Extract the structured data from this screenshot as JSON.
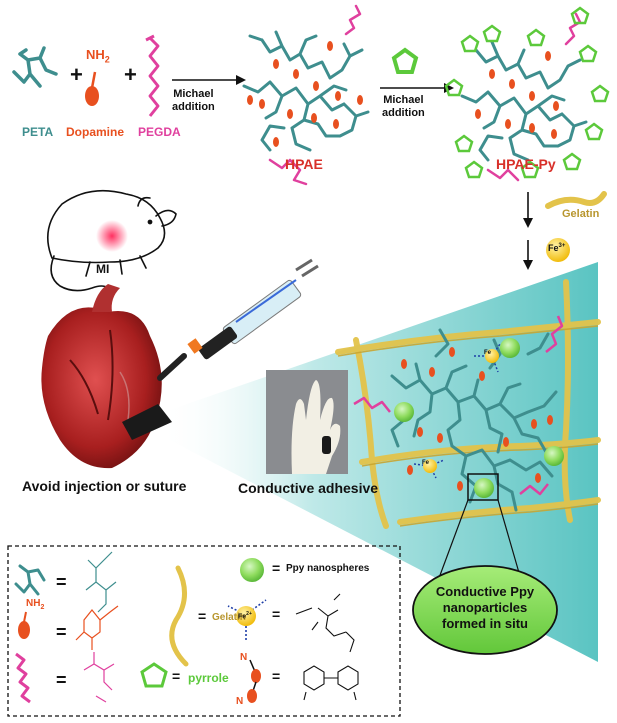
{
  "reactants": {
    "peta": "PETA",
    "plus": "+",
    "nh2": "NH",
    "nh2_sub": "2",
    "dopamine": "Dopamine",
    "pegda": "PEGDA"
  },
  "steps": {
    "michael1_line1": "Michael",
    "michael1_line2": "addition",
    "michael2_line1": "Michael",
    "michael2_line2": "addition"
  },
  "products": {
    "hpae": "HPAE",
    "hpae_py": "HPAE-Py",
    "gelatin": "Gelatin",
    "fe3": "Fe",
    "fe3_sup": "3+"
  },
  "left": {
    "mi": "MI",
    "avoid": "Avoid injection or suture",
    "conductive_adhesive": "Conductive adhesive"
  },
  "network": {
    "fe_label": "Fe",
    "callout_line1": "Conductive Ppy",
    "callout_line2": "nanoparticles",
    "callout_line3": "formed in situ"
  },
  "legend": {
    "equals": "=",
    "ppy": "Ppy nanospheres",
    "gelatin": "Gelatin",
    "pyrrole": "pyrrole",
    "nh2_a": "NH",
    "nh2_b": "2",
    "fe2_a": "Fe",
    "fe2_b": "2+",
    "n_letter": "N"
  },
  "colors": {
    "peta": "#3e8e8e",
    "dopamine": "#e8501f",
    "pegda": "#e0409e",
    "hpae": "#d8302a",
    "gelatin": "#b8962e",
    "ppy": "#7ed957",
    "pyrrole": "#5cc93b",
    "teal_cone": "#7fd3d2",
    "fe": "#f4c20d",
    "network": "#3e8e8e"
  }
}
